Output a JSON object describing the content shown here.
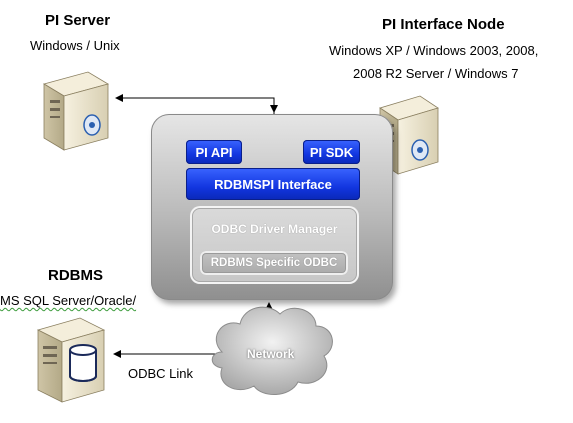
{
  "pi_server": {
    "title": "PI Server",
    "os": "Windows / Unix"
  },
  "interface_node": {
    "title": "PI Interface Node",
    "os_line1": "Windows XP / Windows 2003, 2008,",
    "os_line2": "2008 R2 Server / Windows 7"
  },
  "rdbms": {
    "title": "RDBMS",
    "subtitle": "MS SQL Server/Oracle/"
  },
  "module": {
    "pi_api": "PI API",
    "pi_sdk": "PI SDK",
    "rdbmspi": "RDBMSPI Interface",
    "odbc_manager": "ODBC Driver Manager",
    "odbc_specific": "RDBMS Specific ODBC"
  },
  "network": "Network",
  "odbc_link": "ODBC Link",
  "colors": {
    "accent_blue": "#1a3ef0",
    "panel_gray": "#b9b9b9",
    "server_beige": "#ede6cf"
  }
}
